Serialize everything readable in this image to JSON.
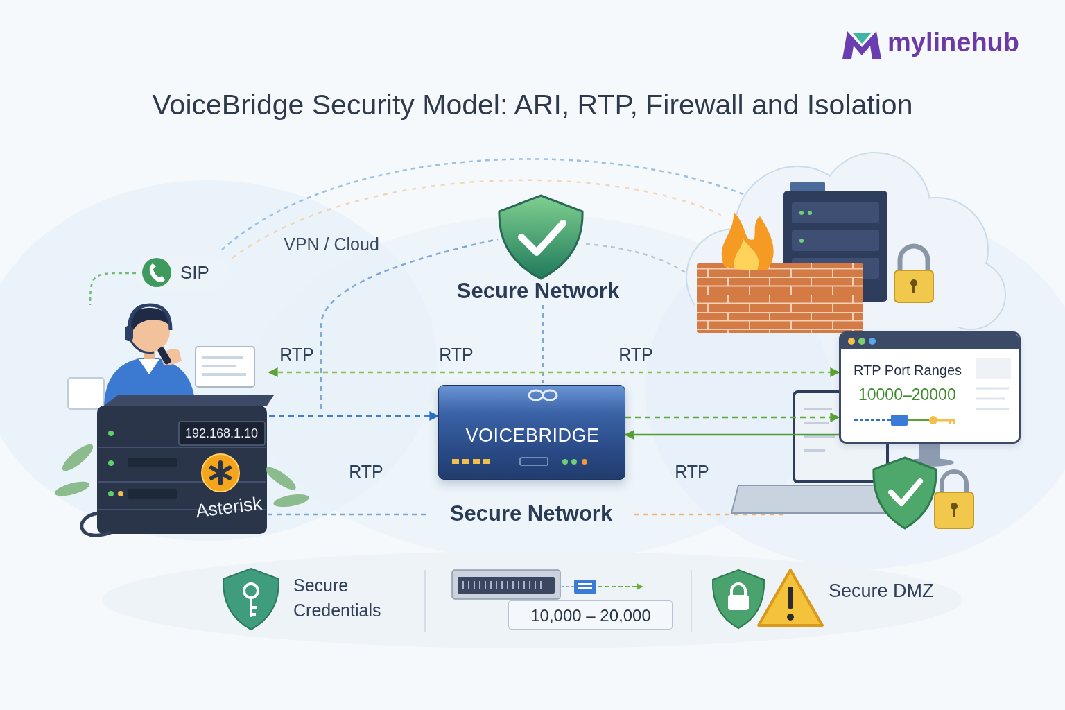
{
  "diagram": {
    "title": "VoiceBridge Security Model: ARI, RTP, Firewall and Isolation",
    "nodes": [
      {
        "text": [
          "SIP"
        ]
      },
      {
        "text": [
          "192.168.1.10",
          "Asterisk"
        ]
      },
      {
        "text": [
          "VOICEBRIDGE"
        ]
      },
      {
        "text": [
          "RTP Port Ranges",
          "10000–20000"
        ]
      },
      {
        "text": [
          "10,000 – 20,000"
        ]
      }
    ],
    "edges": [
      {
        "from": 0,
        "to": 1,
        "arrow": "none"
      },
      {
        "from": 1,
        "to": 3,
        "arrow": "both"
      },
      {
        "from": 1,
        "to": 2,
        "arrow": "to"
      },
      {
        "from": 2,
        "to": 3,
        "arrow": "to"
      },
      {
        "from": 3,
        "to": 2,
        "arrow": "to"
      }
    ],
    "labels": [
      "mylinehub",
      "VPN / Cloud",
      "Secure Network",
      "RTP",
      "RTP",
      "RTP",
      "RTP",
      "RTP",
      "Secure Network",
      "Secure Credentials",
      "Secure DMZ"
    ]
  }
}
